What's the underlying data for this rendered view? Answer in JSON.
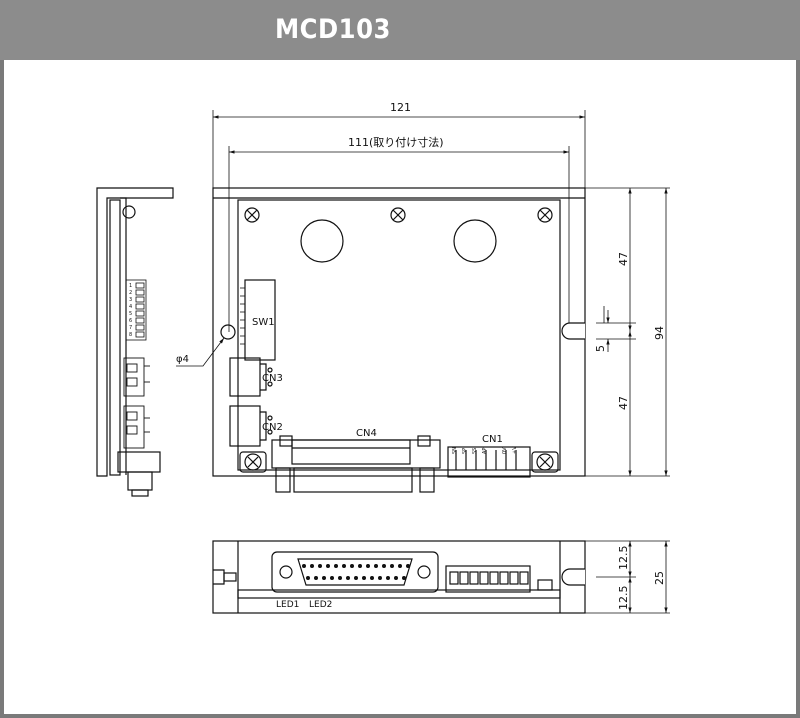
{
  "header": {
    "title": "MCD103",
    "color": "#8c8c8c"
  },
  "dimensions": {
    "overall_width": "121",
    "mounting_width": "111(取り付け寸法)",
    "upper_height": "47",
    "lower_height": "47",
    "slot_gap": "5",
    "overall_height": "94",
    "hole_diameter": "φ4",
    "side_upper": "12.5",
    "side_lower": "12.5",
    "side_total": "25"
  },
  "labels": {
    "sw1": "SW1",
    "cn3": "CN3",
    "cn2": "CN2",
    "cn4": "CN4",
    "cn1": "CN1",
    "led1": "LED1",
    "led2": "LED2",
    "cn1_pins": [
      "SN",
      "SP",
      "SS",
      "AP",
      "",
      "0V",
      "+V"
    ],
    "dip_numbers": [
      "1",
      "2",
      "3",
      "4",
      "5",
      "6",
      "7",
      "8"
    ]
  }
}
